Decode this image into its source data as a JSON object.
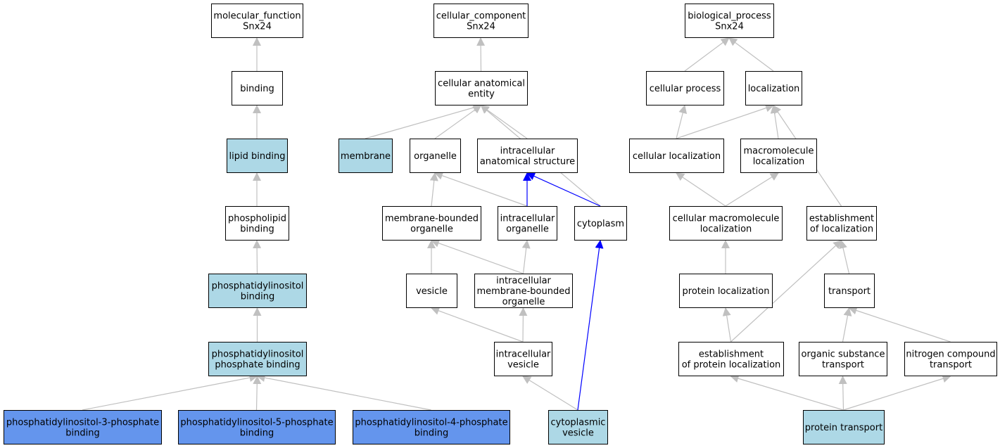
{
  "colors": {
    "plain": "#ffffff",
    "light": "#add8e6",
    "dark": "#6495ed",
    "edge": "#c0c0c0",
    "highlight_edge": "#0000ff",
    "border": "#000000"
  },
  "nodes": {
    "mf_root": {
      "lines": [
        "molecular_function",
        "Snx24"
      ],
      "fill": "plain"
    },
    "binding": {
      "lines": [
        "binding"
      ],
      "fill": "plain"
    },
    "lipid": {
      "lines": [
        "lipid binding"
      ],
      "fill": "light"
    },
    "phospholipid": {
      "lines": [
        "phospholipid",
        "binding"
      ],
      "fill": "plain"
    },
    "pi_binding": {
      "lines": [
        "phosphatidylinositol",
        "binding"
      ],
      "fill": "light"
    },
    "pip_binding": {
      "lines": [
        "phosphatidylinositol",
        "phosphate binding"
      ],
      "fill": "light"
    },
    "pi3p": {
      "lines": [
        "phosphatidylinositol-3-phosphate",
        "binding"
      ],
      "fill": "dark"
    },
    "pi5p": {
      "lines": [
        "phosphatidylinositol-5-phosphate",
        "binding"
      ],
      "fill": "dark"
    },
    "pi4p": {
      "lines": [
        "phosphatidylinositol-4-phosphate",
        "binding"
      ],
      "fill": "dark"
    },
    "cc_root": {
      "lines": [
        "cellular_component",
        "Snx24"
      ],
      "fill": "plain"
    },
    "cae": {
      "lines": [
        "cellular anatomical",
        "entity"
      ],
      "fill": "plain"
    },
    "membrane": {
      "lines": [
        "membrane"
      ],
      "fill": "light"
    },
    "organelle": {
      "lines": [
        "organelle"
      ],
      "fill": "plain"
    },
    "ias": {
      "lines": [
        "intracellular",
        "anatomical structure"
      ],
      "fill": "plain"
    },
    "mbo": {
      "lines": [
        "membrane-bounded",
        "organelle"
      ],
      "fill": "plain"
    },
    "io": {
      "lines": [
        "intracellular",
        "organelle"
      ],
      "fill": "plain"
    },
    "cytoplasm": {
      "lines": [
        "cytoplasm"
      ],
      "fill": "plain"
    },
    "vesicle": {
      "lines": [
        "vesicle"
      ],
      "fill": "plain"
    },
    "imbo": {
      "lines": [
        "intracellular",
        "membrane-bounded",
        "organelle"
      ],
      "fill": "plain"
    },
    "iv": {
      "lines": [
        "intracellular",
        "vesicle"
      ],
      "fill": "plain"
    },
    "cv": {
      "lines": [
        "cytoplasmic",
        "vesicle"
      ],
      "fill": "light"
    },
    "bp_root": {
      "lines": [
        "biological_process",
        "Snx24"
      ],
      "fill": "plain"
    },
    "cp": {
      "lines": [
        "cellular process"
      ],
      "fill": "plain"
    },
    "loc": {
      "lines": [
        "localization"
      ],
      "fill": "plain"
    },
    "cl": {
      "lines": [
        "cellular localization"
      ],
      "fill": "plain"
    },
    "ml": {
      "lines": [
        "macromolecule",
        "localization"
      ],
      "fill": "plain"
    },
    "cml": {
      "lines": [
        "cellular macromolecule",
        "localization"
      ],
      "fill": "plain"
    },
    "eol": {
      "lines": [
        "establishment",
        "of localization"
      ],
      "fill": "plain"
    },
    "pl": {
      "lines": [
        "protein localization"
      ],
      "fill": "plain"
    },
    "transport": {
      "lines": [
        "transport"
      ],
      "fill": "plain"
    },
    "epl": {
      "lines": [
        "establishment",
        "of protein localization"
      ],
      "fill": "plain"
    },
    "ost": {
      "lines": [
        "organic substance",
        "transport"
      ],
      "fill": "plain"
    },
    "nct": {
      "lines": [
        "nitrogen compound",
        "transport"
      ],
      "fill": "plain"
    },
    "pt": {
      "lines": [
        "protein transport"
      ],
      "fill": "light"
    }
  },
  "edges": [
    {
      "from": "binding",
      "to": "mf_root"
    },
    {
      "from": "lipid",
      "to": "binding"
    },
    {
      "from": "phospholipid",
      "to": "lipid"
    },
    {
      "from": "pi_binding",
      "to": "phospholipid"
    },
    {
      "from": "pip_binding",
      "to": "pi_binding"
    },
    {
      "from": "pi3p",
      "to": "pip_binding"
    },
    {
      "from": "pi5p",
      "to": "pip_binding"
    },
    {
      "from": "pi4p",
      "to": "pip_binding"
    },
    {
      "from": "cae",
      "to": "cc_root"
    },
    {
      "from": "membrane",
      "to": "cae"
    },
    {
      "from": "organelle",
      "to": "cae"
    },
    {
      "from": "ias",
      "to": "cae"
    },
    {
      "from": "cytoplasm",
      "to": "cae"
    },
    {
      "from": "mbo",
      "to": "organelle"
    },
    {
      "from": "io",
      "to": "organelle"
    },
    {
      "from": "io",
      "to": "ias",
      "highlight": true
    },
    {
      "from": "cytoplasm",
      "to": "ias",
      "highlight": true
    },
    {
      "from": "vesicle",
      "to": "mbo"
    },
    {
      "from": "imbo",
      "to": "mbo"
    },
    {
      "from": "imbo",
      "to": "io"
    },
    {
      "from": "iv",
      "to": "vesicle"
    },
    {
      "from": "iv",
      "to": "imbo"
    },
    {
      "from": "cv",
      "to": "iv"
    },
    {
      "from": "cv",
      "to": "cytoplasm",
      "highlight": true
    },
    {
      "from": "cp",
      "to": "bp_root"
    },
    {
      "from": "loc",
      "to": "bp_root"
    },
    {
      "from": "cl",
      "to": "cp"
    },
    {
      "from": "cl",
      "to": "loc"
    },
    {
      "from": "ml",
      "to": "loc"
    },
    {
      "from": "eol",
      "to": "loc"
    },
    {
      "from": "cml",
      "to": "cl"
    },
    {
      "from": "cml",
      "to": "ml"
    },
    {
      "from": "pl",
      "to": "cml"
    },
    {
      "from": "transport",
      "to": "eol"
    },
    {
      "from": "epl",
      "to": "pl"
    },
    {
      "from": "epl",
      "to": "eol"
    },
    {
      "from": "ost",
      "to": "transport"
    },
    {
      "from": "nct",
      "to": "transport"
    },
    {
      "from": "pt",
      "to": "epl"
    },
    {
      "from": "pt",
      "to": "ost"
    },
    {
      "from": "pt",
      "to": "nct"
    }
  ]
}
